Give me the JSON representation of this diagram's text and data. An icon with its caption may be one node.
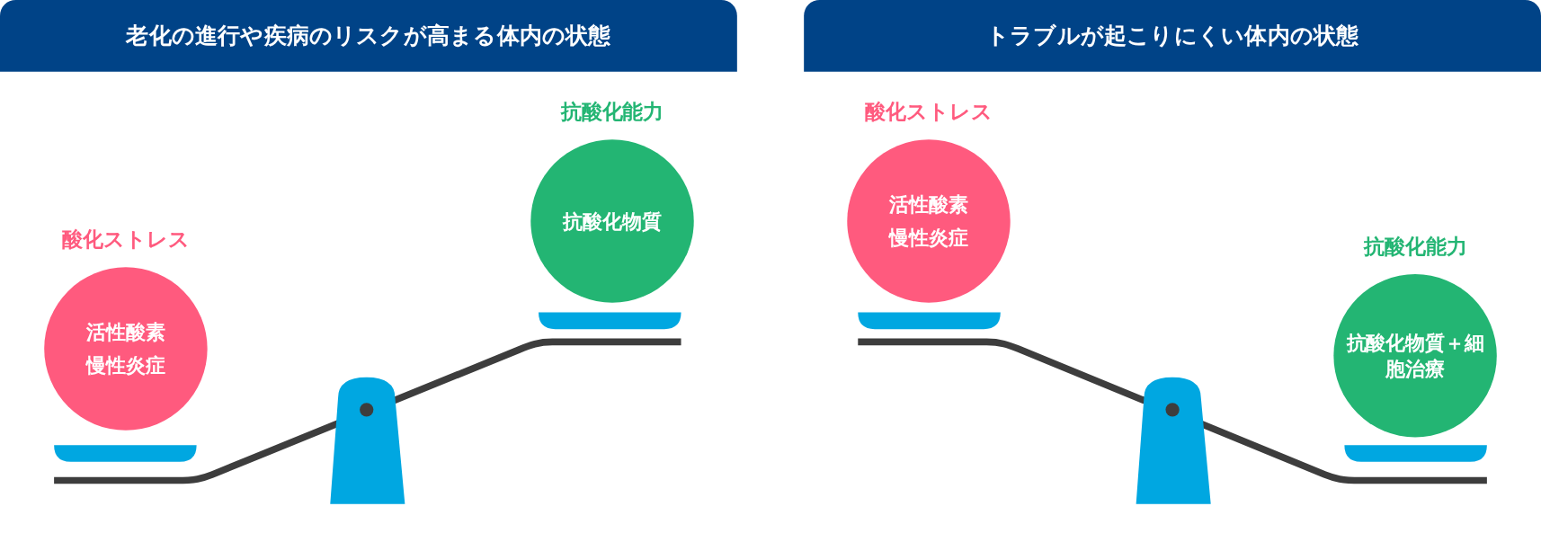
{
  "diagram": {
    "nodes": [
      {
        "text": [
          "老化の進行や疾病のリスクが高まる体内の状態"
        ]
      },
      {
        "text": [
          "酸化ストレス",
          "活性酸素",
          "慢性炎症"
        ]
      },
      {
        "text": [
          "抗酸化能力",
          "抗酸化物質"
        ]
      },
      {
        "text": [
          "トラブルが起こりにくい体内の状態"
        ]
      },
      {
        "text": [
          "酸化ストレス",
          "活性酸素",
          "慢性炎症"
        ]
      },
      {
        "text": [
          "抗酸化能力",
          "抗酸化物質＋細胞治療"
        ]
      }
    ]
  }
}
